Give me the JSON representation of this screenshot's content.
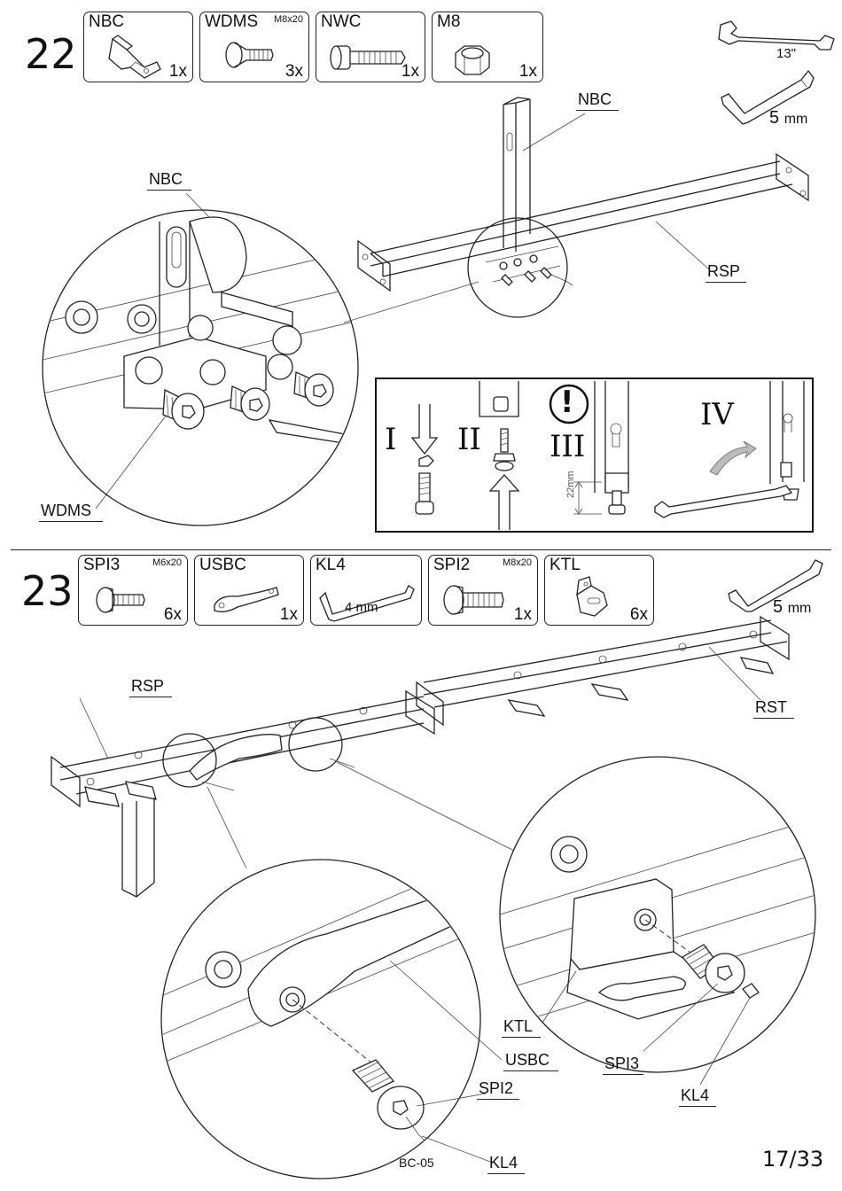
{
  "step22": {
    "number": "22",
    "parts": [
      {
        "code": "NBC",
        "spec": "",
        "qty": "1x",
        "icon": "bracket-icon"
      },
      {
        "code": "WDMS",
        "spec": "M8x20",
        "qty": "3x",
        "icon": "countersunk-screw-icon"
      },
      {
        "code": "NWC",
        "spec": "",
        "qty": "1x",
        "icon": "bolt-icon"
      },
      {
        "code": "M8",
        "spec": "",
        "qty": "1x",
        "icon": "nut-icon"
      }
    ],
    "tools": [
      {
        "label": "13\"",
        "icon": "wrench-icon"
      },
      {
        "label": "5",
        "unit": "mm",
        "icon": "hex-key-icon"
      }
    ],
    "labels": {
      "nbc_top": "NBC",
      "nbc_zoom": "NBC",
      "rsp": "RSP",
      "wdms": "WDMS"
    },
    "detail": {
      "steps": [
        "I",
        "II",
        "III",
        "IV"
      ],
      "warning": "!",
      "dimension": "22mm"
    }
  },
  "step23": {
    "number": "23",
    "parts": [
      {
        "code": "SPI3",
        "spec": "M6x20",
        "qty": "6x",
        "icon": "button-screw-icon"
      },
      {
        "code": "USBC",
        "spec": "",
        "qty": "1x",
        "icon": "strap-icon"
      },
      {
        "code": "KL4",
        "spec": "",
        "qty": "",
        "sub": "4 mm",
        "icon": "hex-key-icon"
      },
      {
        "code": "SPI2",
        "spec": "M8x20",
        "qty": "1x",
        "icon": "button-screw-icon"
      },
      {
        "code": "KTL",
        "spec": "",
        "qty": "6x",
        "icon": "angle-bracket-icon"
      }
    ],
    "tool": {
      "label": "5",
      "unit": "mm",
      "icon": "hex-key-icon"
    },
    "labels": {
      "rsp": "RSP",
      "rst": "RST",
      "ktl": "KTL",
      "usbc": "USBC",
      "spi3": "SPI3",
      "spi2": "SPI2",
      "kl4_right": "KL4",
      "kl4_bottom": "KL4"
    }
  },
  "footer": {
    "code": "BC-05",
    "page": "17/33"
  }
}
